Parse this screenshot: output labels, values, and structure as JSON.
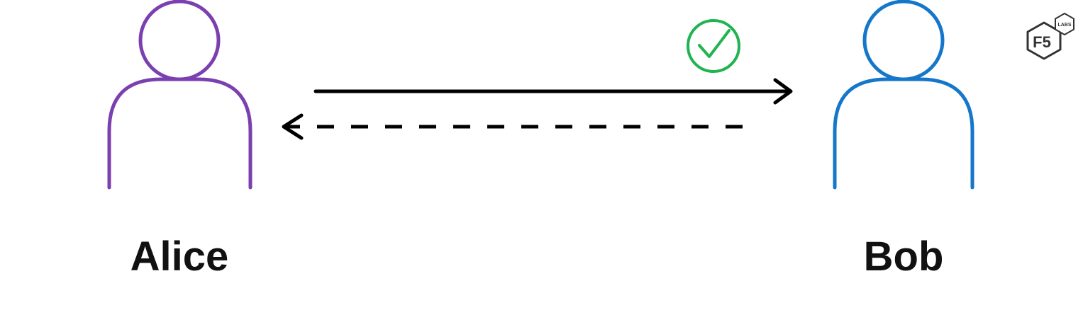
{
  "alice": {
    "label": "Alice",
    "icon": "person-icon",
    "color": "#7b3fb0"
  },
  "bob": {
    "label": "Bob",
    "icon": "person-icon",
    "color": "#1577c9"
  },
  "messages": {
    "outgoing": {
      "style": "solid",
      "direction": "alice-to-bob",
      "color": "#000000"
    },
    "reply": {
      "style": "dashed",
      "direction": "bob-to-alice",
      "color": "#000000"
    }
  },
  "verified": {
    "icon": "check-circle-icon",
    "color": "#1fb451"
  },
  "logo": {
    "main": "F5",
    "sub": "LABS",
    "color": "#333333"
  }
}
